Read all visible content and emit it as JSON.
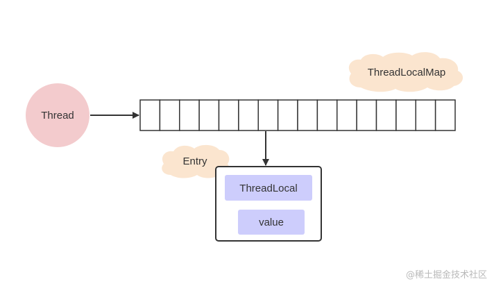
{
  "labels": {
    "thread": "Thread",
    "map": "ThreadLocalMap",
    "entry": "Entry",
    "threadlocal": "ThreadLocal",
    "value": "value"
  },
  "array": {
    "slot_count": 16
  },
  "colors": {
    "thread_fill": "#f3cbcd",
    "cloud_fill": "#fbe5cf",
    "entry_field_fill": "#cdcdfc",
    "line": "#333333"
  },
  "watermark": "@稀土掘金技术社区"
}
